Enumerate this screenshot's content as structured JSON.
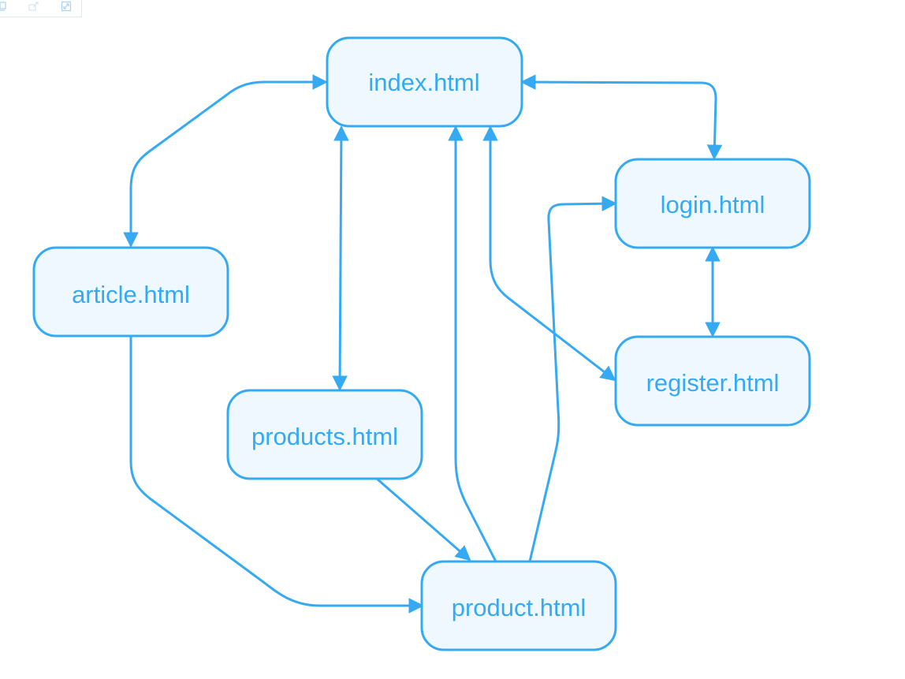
{
  "colors": {
    "stroke": "#35aaf2",
    "node_fill": "#eff8fe",
    "text": "#35aaf2",
    "toolbar_icon": "#a9d3f0"
  },
  "toolbar": {
    "icons": [
      "copy-icon",
      "export-icon",
      "fullscreen-icon"
    ]
  },
  "nodes": {
    "index": "index.html",
    "login": "login.html",
    "article": "article.html",
    "register": "register.html",
    "products": "products.html",
    "product": "product.html"
  },
  "edges": [
    {
      "from": "index",
      "to": "article",
      "bidirectional": true
    },
    {
      "from": "index",
      "to": "login",
      "bidirectional": true
    },
    {
      "from": "index",
      "to": "products",
      "bidirectional": true
    },
    {
      "from": "index",
      "to": "register",
      "bidirectional": true
    },
    {
      "from": "login",
      "to": "register",
      "bidirectional": true
    },
    {
      "from": "article",
      "to": "product",
      "bidirectional": false
    },
    {
      "from": "products",
      "to": "product",
      "bidirectional": false
    },
    {
      "from": "product",
      "to": "index",
      "bidirectional": false
    },
    {
      "from": "product",
      "to": "login",
      "bidirectional": false
    }
  ]
}
